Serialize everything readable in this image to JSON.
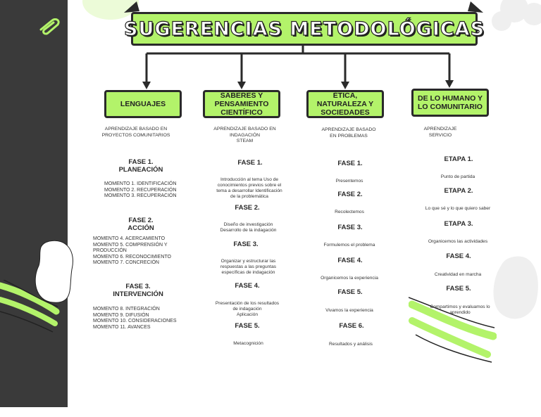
{
  "title": "SUGERENCIAS METODOLÓGICAS",
  "colors": {
    "accent": "#b3f36a",
    "sidebar": "#3a3a3a",
    "border": "#2a2a2a"
  },
  "columns": [
    {
      "heading": "LENGUAJES",
      "approach": "APRENDIZAJE BASADO EN\nPROYECTOS COMUNITARIOS",
      "phases": [
        {
          "label": "FASE 1.\nPLANEACIÓN",
          "detail": "MOMENTO 1. IDENTIFICACIÓN\nMOMENTO 2. RECUPERACIÓN\nMOMENTO 3. RECUPERACIÓN"
        },
        {
          "label": "FASE 2.\nACCIÓN",
          "detail": "MOMENTO 4. ACERCAMIENTO\nMOMENTO 5. COMPRENSIÓN Y\nPRODUCCIÓN\nMOMENTO 6. RECONOCIMIENTO\nMOMENTO 7. CONCRECIÓN"
        },
        {
          "label": "FASE 3.\nINTERVENCIÓN",
          "detail": "MOMENTO 8. INTEGRACIÓN\nMOMENTO 9. DIFUSIÓN\nMOMENTO 10. CONSIDERACIONES\nMOMENTO 11. AVANCES"
        }
      ]
    },
    {
      "heading": "SABERES Y\nPENSAMIENTO\nCIENTÍFICO",
      "approach": "APRENDIZAJE BASADO EN\nINDAGACIÓN\nSTEAM",
      "phases": [
        {
          "label": "FASE 1.",
          "detail": "Introducción al tema Uso de\nconocimientos previos  sobre el\ntema a desarrollar Identificación\nde  la problemática"
        },
        {
          "label": "FASE 2.",
          "detail": "Diseño de investigación\nDesarrollo de la indagación"
        },
        {
          "label": "FASE 3.",
          "detail": "Organizar y estructurar las\nrespuestas a las preguntas\nespecíficas de indagación"
        },
        {
          "label": "FASE 4.",
          "detail": "Presentación de los resultados\nde indagación\nAplicación"
        },
        {
          "label": "FASE 5.",
          "detail": "Metacognición"
        }
      ]
    },
    {
      "heading": "ÉTICA,\nNATURALEZA Y\nSOCIEDADES",
      "approach": "APRENDIZAJE BASADO\nEN PROBLEMAS",
      "phases": [
        {
          "label": "FASE 1.",
          "detail": "Presentemos"
        },
        {
          "label": "FASE 2.",
          "detail": "Recolectemos"
        },
        {
          "label": "FASE 3.",
          "detail": "Formulemos el problema"
        },
        {
          "label": "FASE 4.",
          "detail": "Organicemos la experiencia"
        },
        {
          "label": "FASE 5.",
          "detail": "Vivamos la experiencia"
        },
        {
          "label": "FASE 6.",
          "detail": "Resultados y análisis"
        }
      ]
    },
    {
      "heading": "DE LO HUMANO Y\nLO COMUNITARIO",
      "approach": "APRENDIZAJE SERVICIO",
      "phases": [
        {
          "label": "ETAPA 1.",
          "detail": "Punto de partida"
        },
        {
          "label": "ETAPA 2.",
          "detail": "Lo que sé y lo que quiero saber"
        },
        {
          "label": "ETAPA 3.",
          "detail": "Organicemos las  actividades"
        },
        {
          "label": "FASE 4.",
          "detail": "Creatividad  en marcha"
        },
        {
          "label": "FASE 5.",
          "detail": "Compartimos y  evaluamos lo\naprendido"
        }
      ]
    }
  ]
}
